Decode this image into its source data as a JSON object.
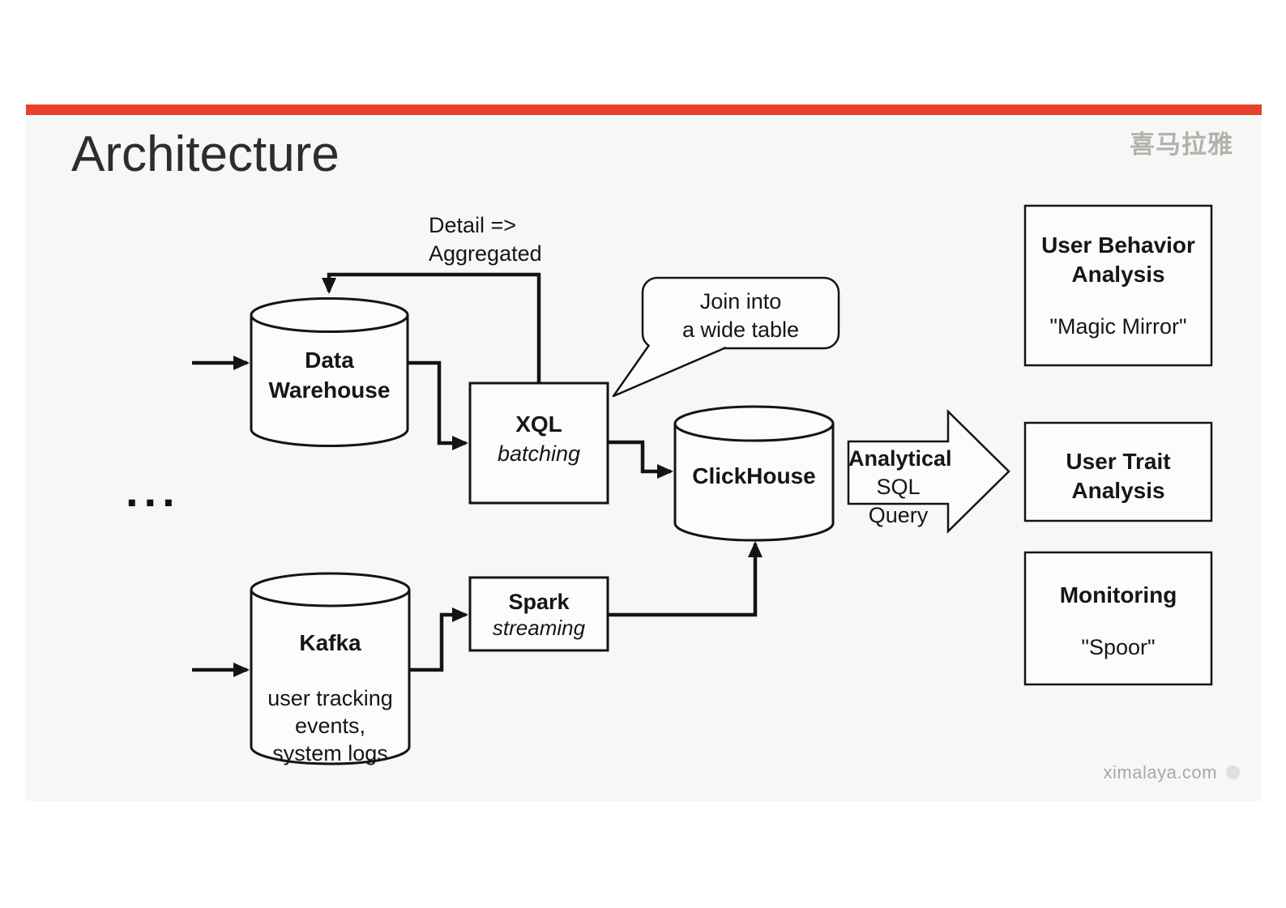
{
  "slide": {
    "title": "Architecture",
    "logo": "喜马拉雅",
    "footer": "ximalaya.com",
    "accent_color": "#E8402B"
  },
  "diagram": {
    "feedback_label": "Detail =>\nAggregated",
    "ellipsis": "...",
    "callout": "Join into\na wide table",
    "nodes": {
      "data_warehouse": {
        "type": "cylinder",
        "title": "Data\nWarehouse"
      },
      "xql": {
        "type": "box",
        "title": "XQL",
        "subtitle": "batching"
      },
      "clickhouse": {
        "type": "cylinder",
        "title": "ClickHouse"
      },
      "kafka": {
        "type": "cylinder",
        "title": "Kafka",
        "subtitle": "user tracking\nevents,\nsystem logs"
      },
      "spark": {
        "type": "box",
        "title": "Spark",
        "subtitle": "streaming"
      }
    },
    "flow_arrow": {
      "line1": "Analytical",
      "line2": "SQL Query"
    },
    "outputs": [
      {
        "title": "User Behavior\nAnalysis",
        "subtitle": "\"Magic Mirror\""
      },
      {
        "title": "User Trait\nAnalysis",
        "subtitle": ""
      },
      {
        "title": "Monitoring",
        "subtitle": "\"Spoor\""
      }
    ]
  }
}
